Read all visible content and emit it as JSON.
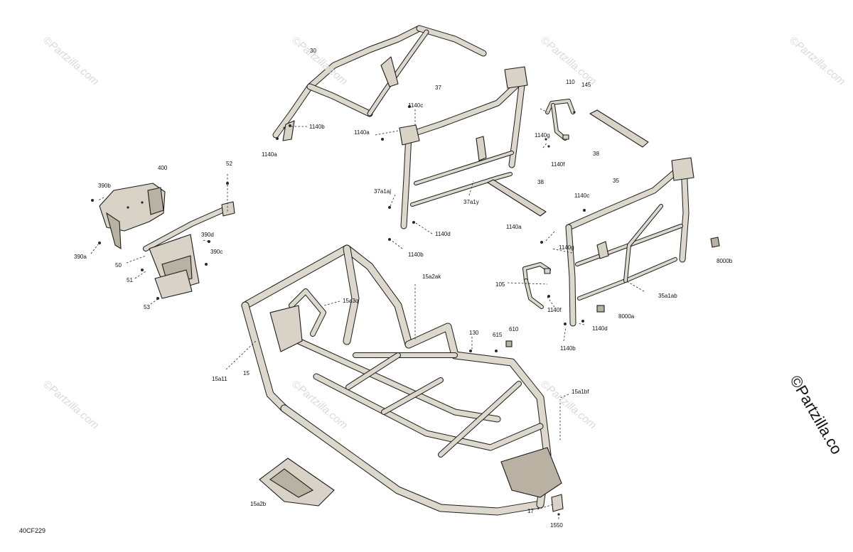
{
  "drawing_ref": "40CF229",
  "watermark": "©Partzilla.com",
  "watermark_edge": "©Partzilla.co",
  "callouts": [
    {
      "id": "c30",
      "label": "30"
    },
    {
      "id": "c37",
      "label": "37"
    },
    {
      "id": "c110",
      "label": "110"
    },
    {
      "id": "c145",
      "label": "145"
    },
    {
      "id": "c1140c_top",
      "label": "1140c"
    },
    {
      "id": "c1140a_top",
      "label": "1140a"
    },
    {
      "id": "c1140b_top",
      "label": "1140b"
    },
    {
      "id": "c1140a_left",
      "label": "1140a"
    },
    {
      "id": "c1140g_top",
      "label": "1140g"
    },
    {
      "id": "c1140f_top",
      "label": "1140f"
    },
    {
      "id": "c38_top",
      "label": "38"
    },
    {
      "id": "c38_mid",
      "label": "38"
    },
    {
      "id": "c37a1aj",
      "label": "37a1aj"
    },
    {
      "id": "c37a1y",
      "label": "37a1y"
    },
    {
      "id": "c1140d_top",
      "label": "1140d"
    },
    {
      "id": "c1140b_mid",
      "label": "1140b"
    },
    {
      "id": "c35",
      "label": "35"
    },
    {
      "id": "c1140c_right",
      "label": "1140c"
    },
    {
      "id": "c1140a_right",
      "label": "1140a"
    },
    {
      "id": "c1140g_right",
      "label": "1140g"
    },
    {
      "id": "c105",
      "label": "105"
    },
    {
      "id": "c35a1ab",
      "label": "35a1ab"
    },
    {
      "id": "c1140f_right",
      "label": "1140f"
    },
    {
      "id": "c8000a",
      "label": "8000a"
    },
    {
      "id": "c1140d_right",
      "label": "1140d"
    },
    {
      "id": "c1140b_right",
      "label": "1140b"
    },
    {
      "id": "c8000b",
      "label": "8000b"
    },
    {
      "id": "c400",
      "label": "400"
    },
    {
      "id": "c390b",
      "label": "390b"
    },
    {
      "id": "c52",
      "label": "52"
    },
    {
      "id": "c390d",
      "label": "390d"
    },
    {
      "id": "c390c",
      "label": "390c"
    },
    {
      "id": "c390a",
      "label": "390a"
    },
    {
      "id": "c50",
      "label": "50"
    },
    {
      "id": "c51",
      "label": "51"
    },
    {
      "id": "c53",
      "label": "53"
    },
    {
      "id": "c15a2ak",
      "label": "15a2ak"
    },
    {
      "id": "c15a3q",
      "label": "15a3q"
    },
    {
      "id": "c130",
      "label": "130"
    },
    {
      "id": "c615",
      "label": "615"
    },
    {
      "id": "c610",
      "label": "610"
    },
    {
      "id": "c15a11",
      "label": "15a11"
    },
    {
      "id": "c15",
      "label": "15"
    },
    {
      "id": "c15a1bf",
      "label": "15a1bf"
    },
    {
      "id": "c15a2b",
      "label": "15a2b"
    },
    {
      "id": "c17",
      "label": "17"
    },
    {
      "id": "c1550",
      "label": "1550"
    }
  ]
}
